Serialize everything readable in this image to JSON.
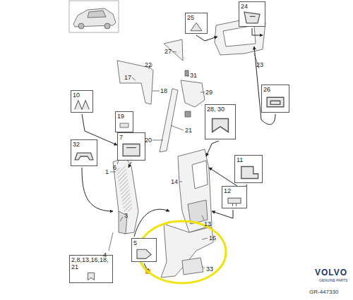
{
  "diagram": {
    "nodes": [
      {
        "text": [
          "24"
        ]
      },
      {
        "text": [
          "25"
        ]
      },
      {
        "text": [
          "10"
        ]
      },
      {
        "text": [
          "26"
        ]
      },
      {
        "text": [
          "28, 30"
        ]
      },
      {
        "text": [
          "19"
        ]
      },
      {
        "text": [
          "7"
        ]
      },
      {
        "text": [
          "32"
        ]
      },
      {
        "text": [
          "11"
        ]
      },
      {
        "text": [
          "12"
        ]
      },
      {
        "text": [
          "5"
        ]
      },
      {
        "text": [
          "2,8,13,16,18, 21"
        ]
      }
    ],
    "labels": [
      "27",
      "22",
      "17",
      "23",
      "31",
      "29",
      "18",
      "21",
      "20",
      "6",
      "1",
      "14",
      "3",
      "13",
      "16",
      "4",
      "33",
      "VOLVO",
      "GENUINE PARTS",
      "GR-447330"
    ]
  }
}
